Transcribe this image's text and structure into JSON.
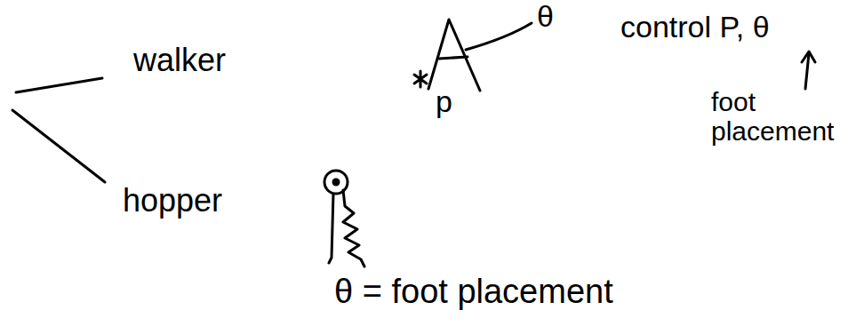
{
  "diagram": {
    "labels": [
      "walker",
      "hopper",
      "θ",
      "p",
      "control P, θ",
      "foot placement",
      "θ = foot placement"
    ]
  }
}
